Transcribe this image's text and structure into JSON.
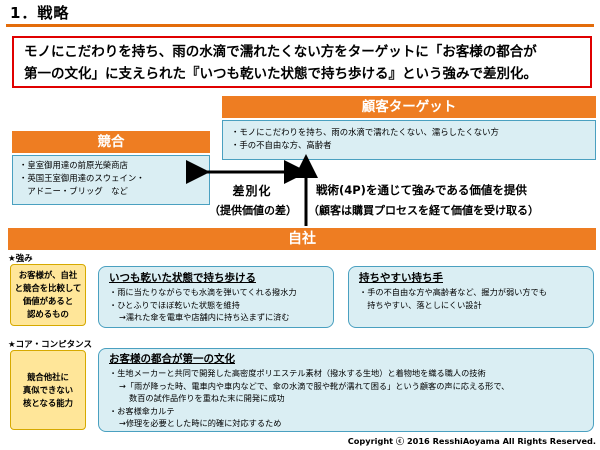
{
  "header": {
    "title": "1．戦略"
  },
  "headline": {
    "line1": "モノにこだわりを持ち、雨の水滴で濡れたくない方をターゲットに「お客様の都合が",
    "line2": "第一の文化」に支えられた『いつも乾いた状態で持ち歩ける』という強みで差別化。"
  },
  "customer": {
    "title": "顧客ターゲット",
    "items": [
      "・モノにこだわりを持ち、雨の水滴で濡れたくない、濡らしたくない方",
      "・手の不自由な方、高齢者"
    ]
  },
  "competitor": {
    "title": "競合",
    "items": [
      "・皇室御用達の前原光榮商店",
      "・英国王室御用達のスウェイン・",
      "　アドニー・ブリッグ　など"
    ]
  },
  "differentiation": {
    "main": "差別化",
    "sub": "（提供価値の差）"
  },
  "value_delivery": {
    "main": "戦術(4P)を通じて強みである価値を提供",
    "sub": "（顧客は購買プロセスを経て価値を受け取る）"
  },
  "company": {
    "title": "自社"
  },
  "strength": {
    "label": "★強み",
    "box_lines": [
      "お客様が、自社",
      "と競合を比較して",
      "価値があると",
      "認めるもの"
    ]
  },
  "core_competence": {
    "label": "★コア・コンピタンス",
    "box_lines": [
      "競合他社に",
      "真似できない",
      "核となる能力"
    ]
  },
  "features": {
    "dry": {
      "title": "いつも乾いた状態で持ち歩ける",
      "lines": [
        "・雨に当たりながらでも水滴を弾いてくれる撥水力",
        "・ひとふりでほぼ乾いた状態を維持",
        "→濡れた傘を電車や店舗内に持ち込まずに済む"
      ]
    },
    "carry": {
      "title": "持ちやすい持ち手",
      "lines": [
        "・手の不自由な方や高齢者など、握力が弱い方でも",
        "　持ちやすい、落としにくい設計"
      ]
    },
    "convenience": {
      "title": "お客様の都合が第一の文化",
      "lines": [
        "・生地メーカーと共同で開発した高密度ポリエステル素材（撥水する生地）と着物地を織る職人の技術",
        "→「雨が降った時、電車内や車内などで、傘の水滴で服や靴が濡れて困る」という顧客の声に応える形で、",
        "数百の試作品作りを重ねた末に開発に成功",
        "・お客様傘カルテ",
        "→修理を必要とした時に的確に対応するため"
      ]
    }
  },
  "footer": {
    "copyright": "Copyright ⓒ 2016 ResshiAoyama All Rights Reserved."
  },
  "colors": {
    "accent_orange": "#ee7d22",
    "alert_red": "#e00000",
    "box_blue": "#daeef3",
    "box_yellow": "#ffe699"
  }
}
